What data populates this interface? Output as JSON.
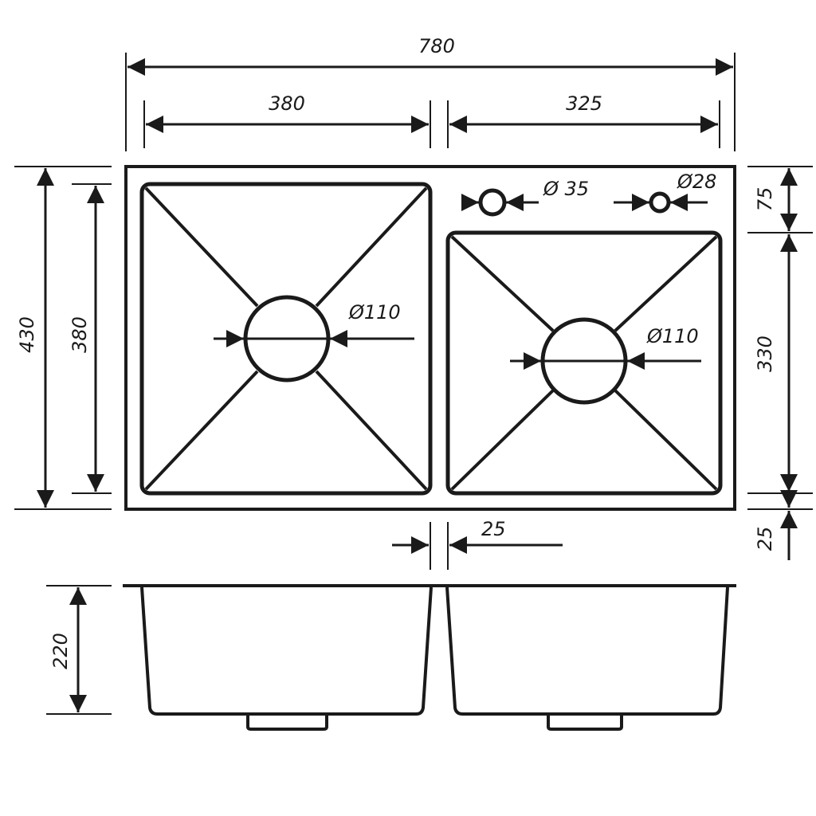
{
  "dimensions": {
    "overall_width": "780",
    "left_bowl_width": "380",
    "right_bowl_width": "325",
    "overall_depth": "430",
    "left_bowl_depth": "380",
    "tap_hole": "Ø 35",
    "accessory_hole": "Ø28",
    "left_drain": "Ø110",
    "right_drain": "Ø110",
    "top_margin": "75",
    "right_bowl_depth": "330",
    "bottom_margin": "25",
    "divider_width": "25",
    "bowl_height": "220"
  },
  "colors": {
    "line": "#1a1a1a",
    "background": "#ffffff"
  }
}
